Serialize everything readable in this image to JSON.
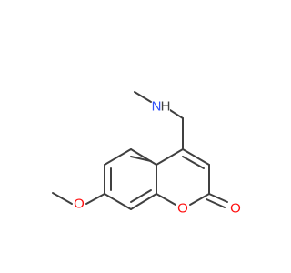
{
  "molecule": {
    "atoms": {
      "nh_n": {
        "symbol": "N",
        "color": "#3050f8"
      },
      "nh_h": {
        "symbol": "H",
        "color": "#404040"
      },
      "ome_o": {
        "symbol": "O",
        "color": "#ff0d0d"
      },
      "ring_o": {
        "symbol": "O",
        "color": "#ff0d0d"
      },
      "carbonyl_o": {
        "symbol": "O",
        "color": "#ff0d0d"
      }
    },
    "bond_color": "#404040"
  }
}
